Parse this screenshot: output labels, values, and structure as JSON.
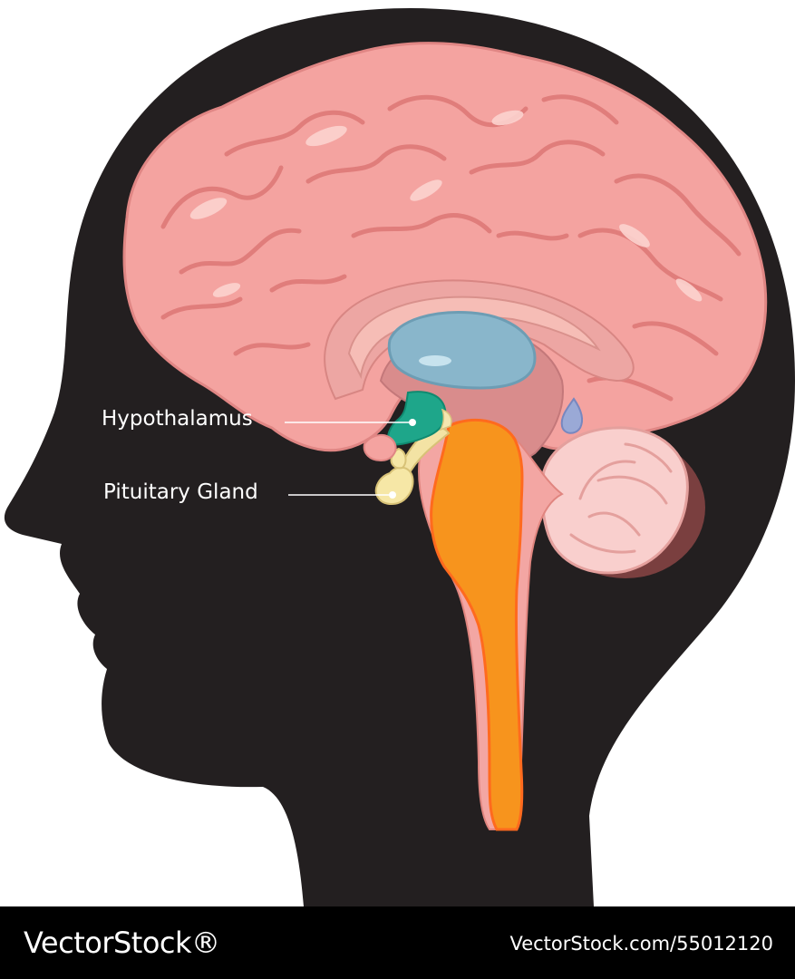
{
  "labels": {
    "hypothalamus": "Hypothalamus",
    "pituitary": "Pituitary Gland"
  },
  "watermark": {
    "brand": "VectorStock®",
    "url": "VectorStock.com/55012120"
  },
  "colors": {
    "background": "#ffffff",
    "silhouette": "#231f20",
    "cerebrum": "#f4a3a0",
    "cerebrum_fold": "#e27f7d",
    "cerebrum_highlight": "#fcd3d0",
    "inner_cortex": "#eda6a3",
    "corpus_callosum": "#f6bdb6",
    "ventricle": "#89b6cb",
    "brainstem": "#f7941d",
    "brainstem_outline": "#ff6a1e",
    "hypothalamus": "#1ea68a",
    "pituitary": "#f6e7a6",
    "cerebellum": "#f9cfcd",
    "label_text": "#ffffff",
    "footer": "#000000"
  }
}
